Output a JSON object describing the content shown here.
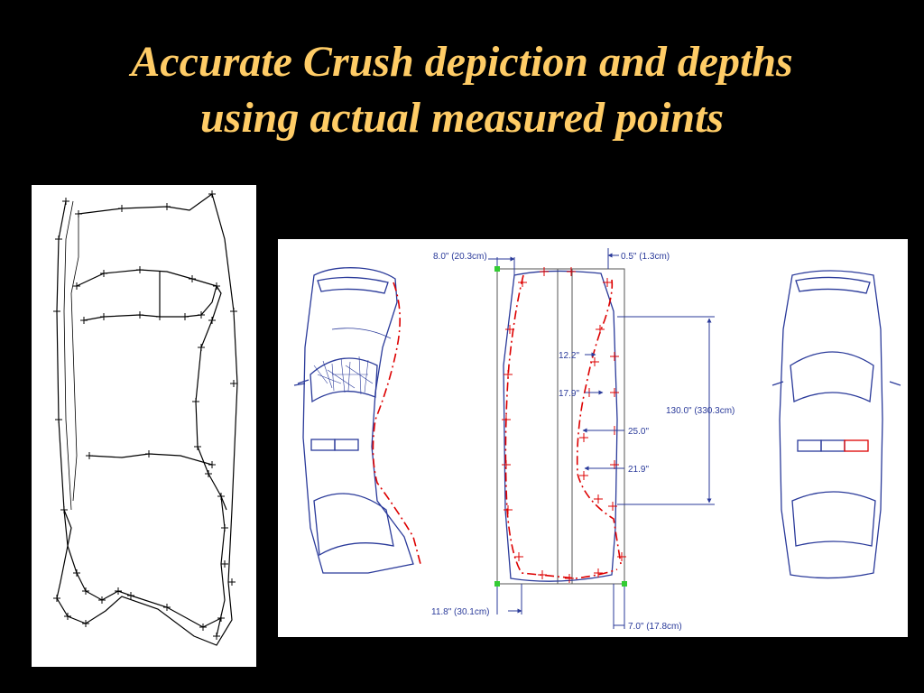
{
  "title": {
    "line1": "Accurate Crush depiction and depths",
    "line2": "using actual measured points",
    "color": "#ffcc66"
  },
  "colors": {
    "background": "#000000",
    "panel": "#ffffff",
    "outline": "#2a3a9a",
    "crush": "#dd0000",
    "markers": "#000000"
  },
  "dimensions": {
    "top_left": "8.0\" (20.3cm)",
    "top_right": "0.5\" (1.3cm)",
    "d1": "12.2\"",
    "d2": "17.9\"",
    "d3": "25.0\"",
    "d4": "21.9\"",
    "length": "130.0\" (330.3cm)",
    "bottom_left": "11.8\" (30.1cm)",
    "bottom_right": "7.0\" (17.8cm)"
  }
}
